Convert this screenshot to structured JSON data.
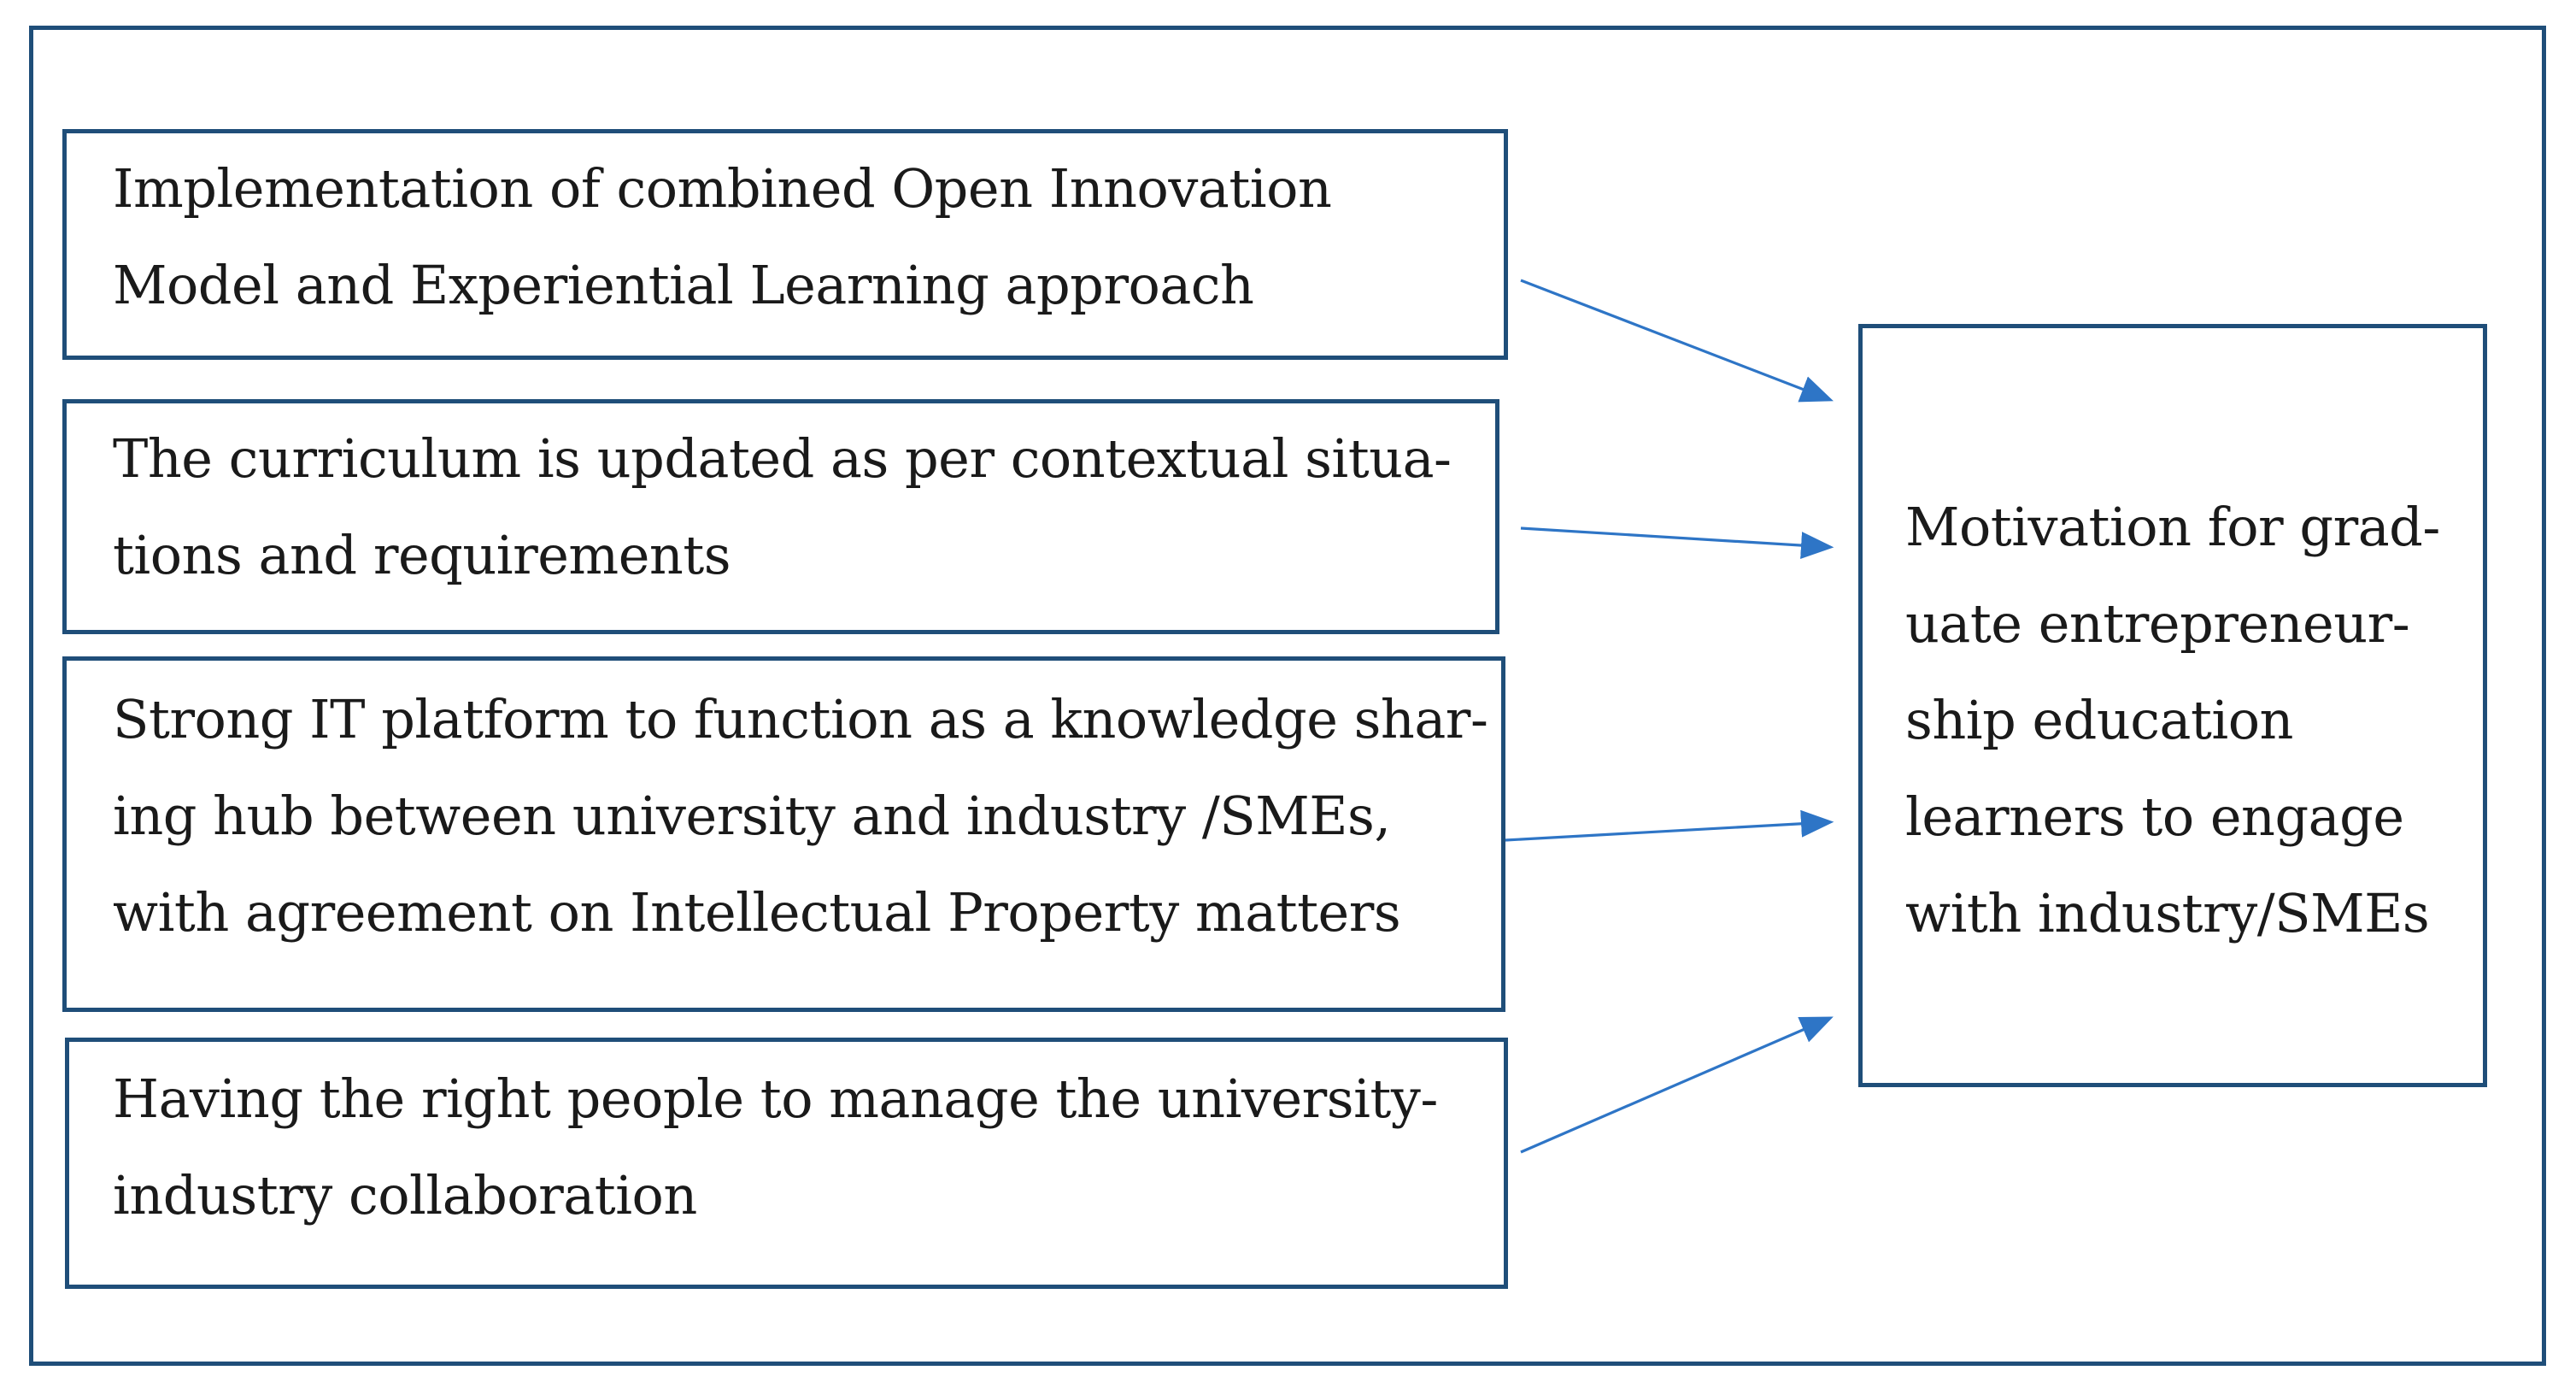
{
  "diagram": {
    "factors": [
      {
        "lines": [
          "Implementation of combined Open Innovation",
          "Model and Experiential Learning approach"
        ]
      },
      {
        "lines": [
          "The curriculum is updated as per contextual situa-",
          "tions and requirements"
        ]
      },
      {
        "lines": [
          "Strong IT platform to function as a knowledge shar-",
          "ing hub between university and industry /SMEs,",
          "with agreement on Intellectual Property matters"
        ]
      },
      {
        "lines": [
          "Having the right people to manage the university-",
          "industry collaboration"
        ]
      }
    ],
    "outcome": {
      "lines": [
        "Motivation for grad-",
        "uate entrepreneur-",
        "ship education",
        "learners to engage",
        "with industry/SMEs"
      ]
    },
    "colors": {
      "border": "#1f4e79",
      "arrow": "#2e75c6",
      "text": "#1a1a1a"
    }
  }
}
